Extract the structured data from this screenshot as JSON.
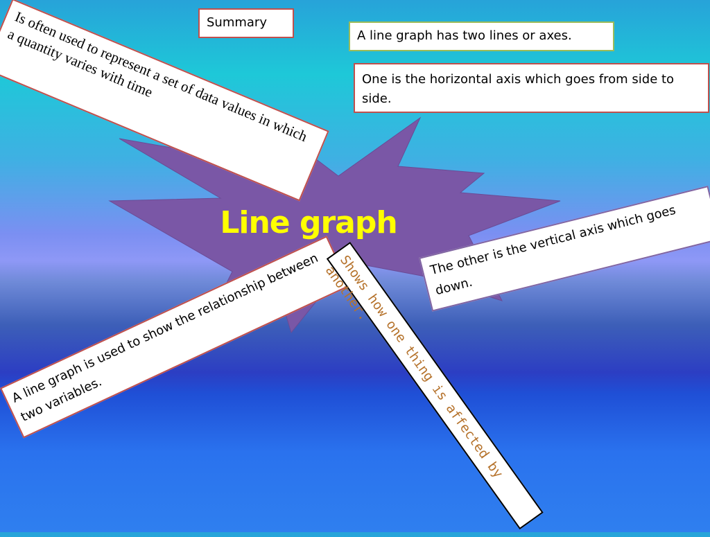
{
  "slide": {
    "title": "Line graph",
    "title_color": "#ffff00",
    "star_color": "#7a57a6",
    "boxes": {
      "summary": "Summary",
      "often_used": "Is often used to represent a set of data values in which a quantity varies with time",
      "two_lines": "A line graph has  two lines or axes.",
      "horizontal": "One is the horizontal axis which goes from side to side.",
      "vertical": "The other is the vertical axis which goes down.",
      "relationship": "A line graph is used to show the relationship between two variables.",
      "affected": "Shows how one thing is affected by another."
    }
  }
}
